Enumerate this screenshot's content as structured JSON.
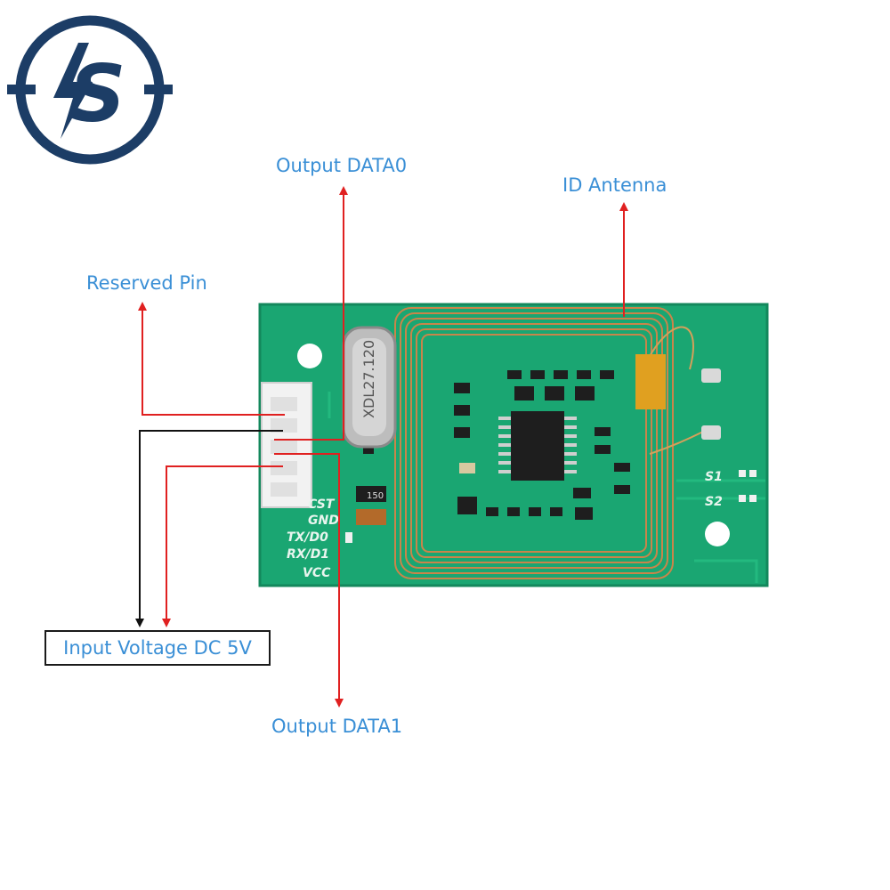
{
  "labels": {
    "output_data0": "Output DATA0",
    "id_antenna": "ID Antenna",
    "reserved_pin": "Reserved Pin",
    "input_voltage": "Input Voltage DC 5V",
    "output_data1": "Output DATA1"
  },
  "board_silkscreen": {
    "pins": [
      "CST",
      "GND",
      "TX/D0",
      "RX/D1",
      "VCC"
    ],
    "s1": "S1",
    "s2": "S2",
    "crystal": "XDL27.120",
    "resistor": "150"
  },
  "logo": {
    "text": "IS"
  },
  "colors": {
    "label_blue": "#3a8fd6",
    "logo_navy": "#1c3d66",
    "pcb_green": "#1aa672",
    "arrow_red": "#e02020",
    "arrow_black": "#111111"
  }
}
